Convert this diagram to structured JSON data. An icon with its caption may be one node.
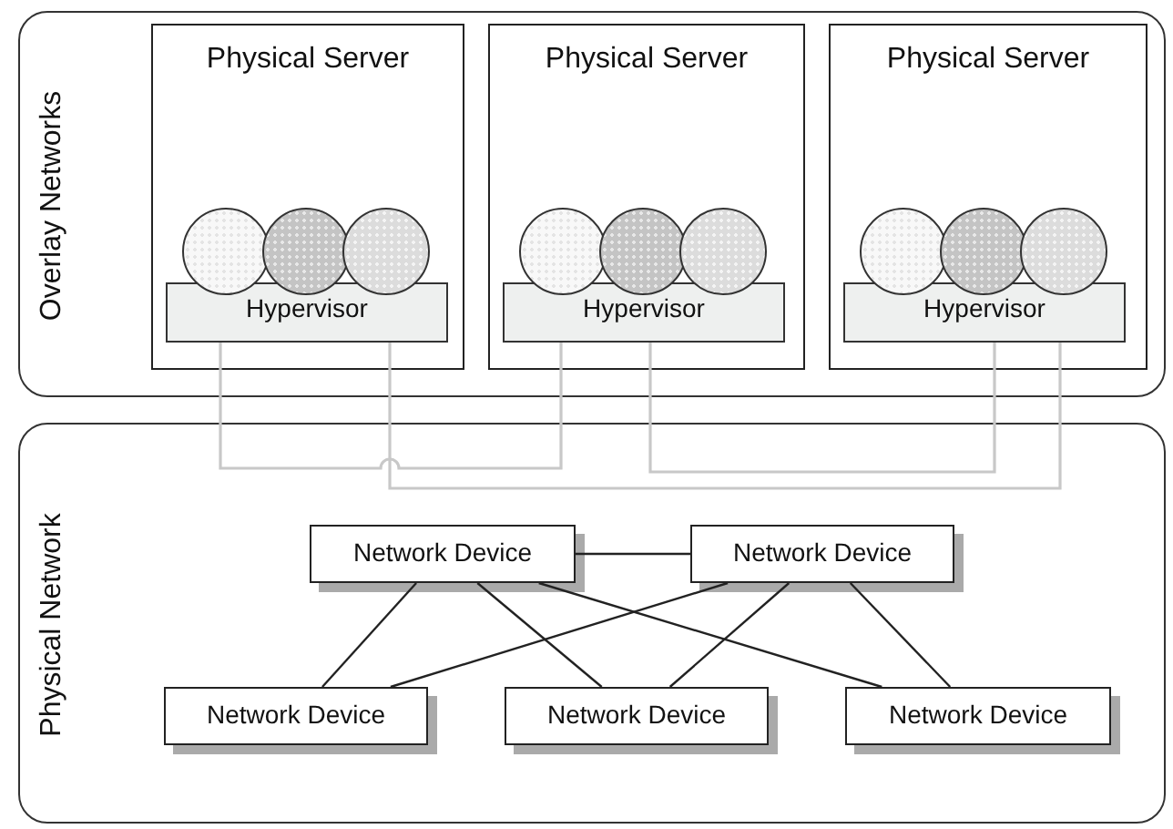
{
  "diagram": {
    "nodes": [
      {
        "text": [
          "Overlay Networks"
        ]
      },
      {
        "text": [
          "Physical Server"
        ],
        "in": 0
      },
      {
        "text": [],
        "shape": "circle",
        "in": 1
      },
      {
        "text": [],
        "shape": "circle",
        "in": 1
      },
      {
        "text": [],
        "shape": "circle",
        "in": 1
      },
      {
        "text": [
          "Hypervisor"
        ],
        "in": 1
      },
      {
        "text": [
          "Physical Server"
        ],
        "in": 0
      },
      {
        "text": [],
        "shape": "circle",
        "in": 6
      },
      {
        "text": [],
        "shape": "circle",
        "in": 6
      },
      {
        "text": [],
        "shape": "circle",
        "in": 6
      },
      {
        "text": [
          "Hypervisor"
        ],
        "in": 6
      },
      {
        "text": [
          "Physical Server"
        ],
        "in": 0
      },
      {
        "text": [],
        "shape": "circle",
        "in": 11
      },
      {
        "text": [],
        "shape": "circle",
        "in": 11
      },
      {
        "text": [],
        "shape": "circle",
        "in": 11
      },
      {
        "text": [
          "Hypervisor"
        ],
        "in": 11
      },
      {
        "text": [
          "Physical Network"
        ]
      },
      {
        "text": [
          "Network Device"
        ],
        "in": 16
      },
      {
        "text": [
          "Network Device"
        ],
        "in": 16
      },
      {
        "text": [
          "Network Device"
        ],
        "in": 16
      },
      {
        "text": [
          "Network Device"
        ],
        "in": 16
      },
      {
        "text": [
          "Network Device"
        ],
        "in": 16
      }
    ],
    "edges": [
      {
        "from": 5,
        "to": 10,
        "arrow": "none",
        "color": "#c8c8c8"
      },
      {
        "from": 10,
        "to": 15,
        "arrow": "none",
        "color": "#c8c8c8"
      },
      {
        "from": 5,
        "to": 15,
        "arrow": "none",
        "color": "#c8c8c8"
      },
      {
        "from": 17,
        "to": 18,
        "arrow": "none"
      },
      {
        "from": 17,
        "to": 19,
        "arrow": "none"
      },
      {
        "from": 17,
        "to": 20,
        "arrow": "none"
      },
      {
        "from": 17,
        "to": 21,
        "arrow": "none"
      },
      {
        "from": 18,
        "to": 19,
        "arrow": "none"
      },
      {
        "from": 18,
        "to": 20,
        "arrow": "none"
      },
      {
        "from": 18,
        "to": 21,
        "arrow": "none"
      }
    ]
  }
}
